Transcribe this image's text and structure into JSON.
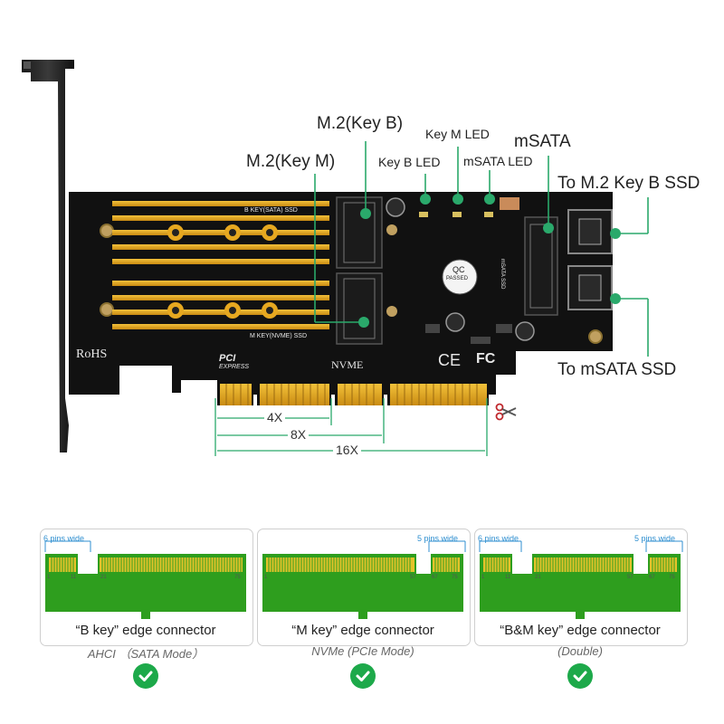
{
  "callouts": {
    "m2_key_b": "M.2(Key B)",
    "key_m_led": "Key M LED",
    "m2_key_m": "M.2(Key M)",
    "key_b_led": "Key B LED",
    "msata_led": "mSATA LED",
    "msata": "mSATA",
    "to_m2_key_b_ssd": "To M.2 Key B SSD",
    "to_msata_ssd": "To mSATA SSD"
  },
  "board_print": {
    "b_key_sata_ssd": "B KEY(SATA) SSD",
    "m_key_nvme_ssd": "M KEY(NVME) SSD",
    "rohs": "RoHS",
    "pci_express_top": "PCI",
    "pci_express_bottom": "EXPRESS",
    "nvme": "NVME",
    "ce": "CE",
    "fc": "FC",
    "qc_top": "QC",
    "qc_bottom": "PASSED",
    "msata_ssd": "mSATA SSD"
  },
  "lanes": {
    "x4": "4X",
    "x8": "8X",
    "x16": "16X"
  },
  "connectors": [
    {
      "caption": "“B key” edge connector",
      "subtitle": "AHCI （SATA Mode）",
      "left_note": "6 pins wide",
      "right_note": "",
      "pin_numbers": [
        "1",
        "11",
        "21",
        "75"
      ]
    },
    {
      "caption": "“M key” edge connector",
      "subtitle": "NVMe (PCIe Mode)",
      "left_note": "",
      "right_note": "5 pins wide",
      "pin_numbers": [
        "1",
        "57",
        "67",
        "75"
      ]
    },
    {
      "caption": "“B&M key” edge connector",
      "subtitle": "(Double)",
      "left_note": "6 pins wide",
      "right_note": "5 pins wide",
      "pin_numbers": [
        "1",
        "11",
        "21",
        "57",
        "67",
        "75"
      ]
    }
  ],
  "colors": {
    "accent_green": "#2aa96b",
    "check_green": "#1da94a",
    "pcb_black": "#111111",
    "gold": "#e0a21a",
    "connector_green": "#2e9e1e",
    "pin_gold": "#e5c32a",
    "note_blue": "#2f8fd0"
  },
  "icons": [
    "scissors-icon",
    "check-icon"
  ]
}
